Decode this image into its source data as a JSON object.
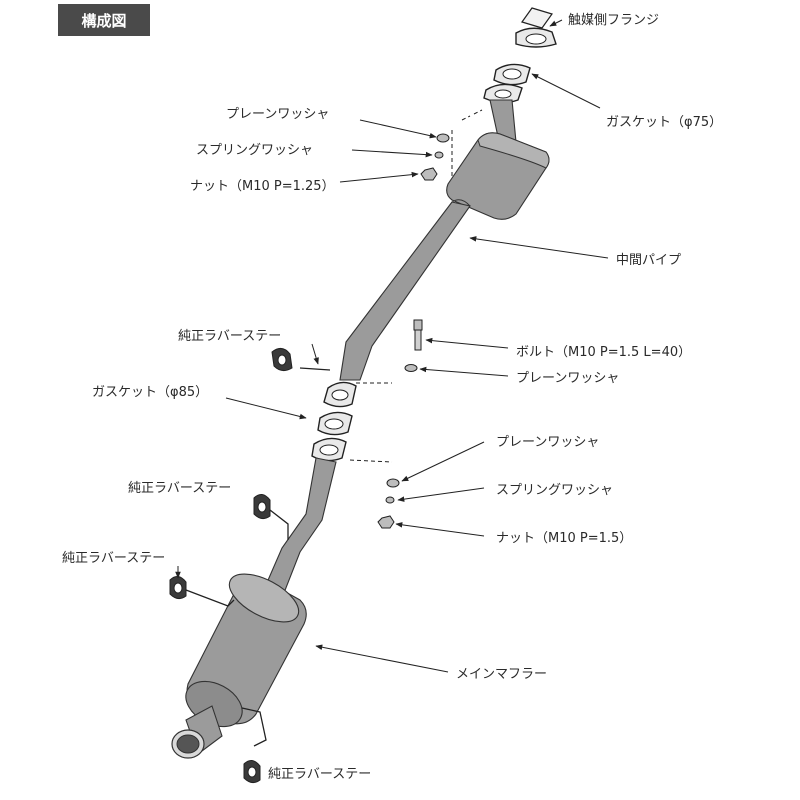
{
  "title": "構成図",
  "labels": {
    "cat_flange": "触媒側フランジ",
    "gasket_75": "ガスケット（φ75）",
    "plain_washer_1": "プレーンワッシャ",
    "spring_washer_1": "スプリングワッシャ",
    "nut_125": "ナット（M10 P=1.25）",
    "mid_pipe": "中間パイプ",
    "rubber_stay_1": "純正ラバーステー",
    "bolt": "ボルト（M10 P=1.5 L=40）",
    "plain_washer_2": "プレーンワッシャ",
    "gasket_85": "ガスケット（φ85）",
    "plain_washer_3": "プレーンワッシャ",
    "rubber_stay_2": "純正ラバーステー",
    "spring_washer_2": "スプリングワッシャ",
    "nut_15": "ナット（M10 P=1.5）",
    "rubber_stay_3": "純正ラバーステー",
    "main_muffler": "メインマフラー",
    "rubber_stay_4": "純正ラバーステー"
  },
  "colors": {
    "title_bg": "#4a4a4a",
    "pipe": "#9b9b9b",
    "line": "#222222"
  }
}
